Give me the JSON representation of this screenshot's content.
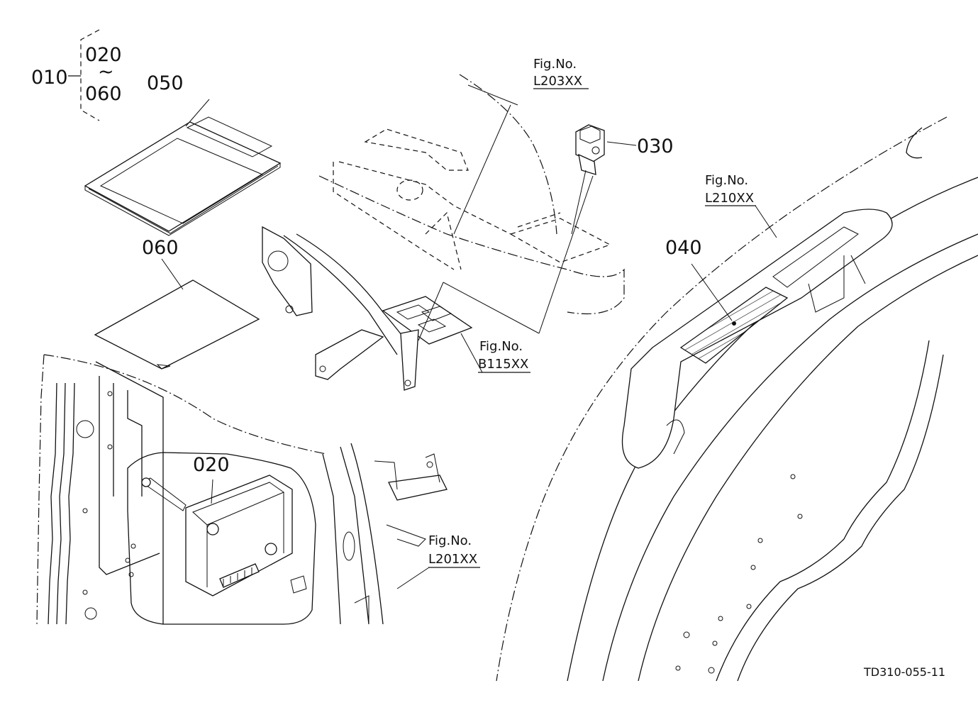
{
  "assembly": {
    "parent": "010",
    "range_from": "020",
    "range_sep": "~",
    "range_to": "060"
  },
  "parts": {
    "p050": "050",
    "p060": "060",
    "p030": "030",
    "p040": "040",
    "p020": "020"
  },
  "figure_refs": {
    "fig_label": "Fig.No.",
    "l203": "L203XX",
    "l210": "L210XX",
    "b115": "B115XX",
    "l201": "L201XX"
  },
  "drawing_code": "TD310-055-11"
}
